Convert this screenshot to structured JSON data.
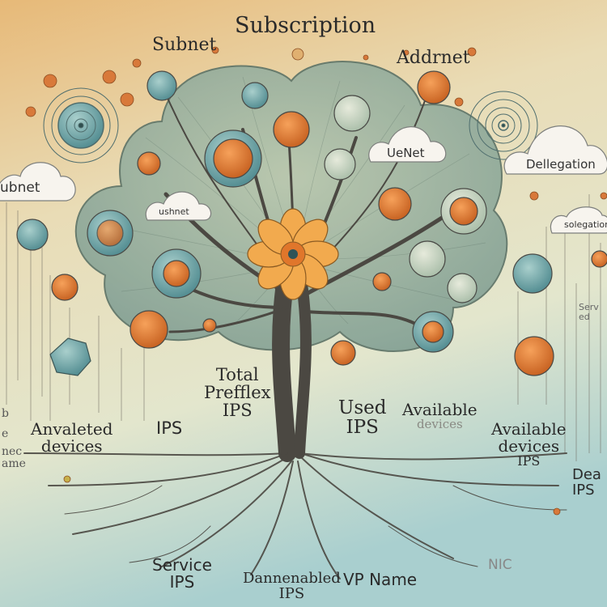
{
  "labels": {
    "top_title": "Subscription",
    "subnet_top": "Subnet",
    "addrnet": "Addrnet",
    "cloud_left": "ubnet",
    "cloud_mid_left": "ushnet",
    "cloud_mid": "UeNet",
    "cloud_right": "Dellegation",
    "cloud_far_right": "solegation",
    "total_prefix_1": "Total",
    "total_prefix_2": "Prefflex",
    "total_prefix_3": "IPS",
    "ips_left": "IPS",
    "used_1": "Used",
    "used_2": "IPS",
    "available_mid_1": "Available",
    "available_mid_2": "devices",
    "available_right_1": "Available",
    "available_right_2": "devices",
    "available_right_3": "IPS",
    "anvaleted_1": "Anvaleted",
    "anvaleted_2": "devices",
    "left_edge_1": "b",
    "left_edge_2": "e",
    "left_edge_3": "nec",
    "left_edge_4": "ame",
    "right_edge_1": "Dea",
    "right_edge_2": "IPS",
    "right_side_1": "Serv",
    "right_side_2": "ed",
    "service_1": "Service",
    "service_2": "IPS",
    "dannenabled_1": "Dannenabled",
    "dannenabled_2": "IPS",
    "vp_name": "VP Name",
    "nic": "NIC"
  },
  "colors": {
    "background_top": "#e7c98d",
    "background_mid": "#e9dcb6",
    "background_bottom": "#bcd6d2",
    "leaf": "#8fa89b",
    "trunk": "#4b4842",
    "flower": "#f0a646",
    "node_orange": "#e0762b",
    "node_teal": "#5f9ea0"
  },
  "icons": [
    "flower-icon",
    "cloud-icon",
    "node-orb-icon",
    "target-icon"
  ]
}
